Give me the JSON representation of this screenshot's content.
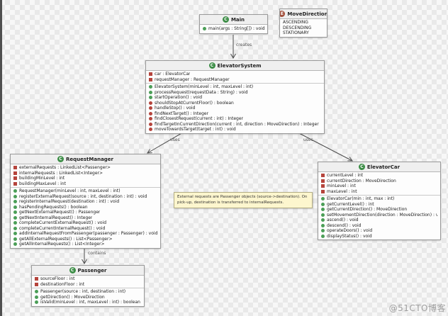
{
  "watermark": "@51CTO博客",
  "badges": {
    "class_letter": "C",
    "enum_letter": "E"
  },
  "edges": {
    "creates": "creates",
    "uses_left": "uses",
    "uses_right": "uses",
    "contains": "contains"
  },
  "note": {
    "text": "External requests are Passenger objects (source->destination). On pick-up, destination is transferred to internalRequests."
  },
  "classes": {
    "main": {
      "name": "Main",
      "methods": [
        {
          "icon": "public-method",
          "text": "main(args : String[]) : void"
        }
      ]
    },
    "moveDirection": {
      "name": "MoveDirection",
      "values": [
        {
          "text": "ASCENDING"
        },
        {
          "text": "DESCENDING"
        },
        {
          "text": "STATIONARY"
        }
      ]
    },
    "elevatorSystem": {
      "name": "ElevatorSystem",
      "fields": [
        {
          "icon": "field",
          "text": "car : ElevatorCar"
        },
        {
          "icon": "field",
          "text": "requestManager : RequestManager"
        }
      ],
      "methods": [
        {
          "icon": "public-method",
          "text": "ElevatorSystem(minLevel : int, maxLevel : int)"
        },
        {
          "icon": "public-method",
          "text": "processRequest(requestData : String) : void"
        },
        {
          "icon": "public-method",
          "text": "startOperation() : void"
        },
        {
          "icon": "private-method",
          "text": "shouldStopAtCurrentFloor() : boolean"
        },
        {
          "icon": "private-method",
          "text": "handleStop() : void"
        },
        {
          "icon": "private-method",
          "text": "findNextTarget() : Integer"
        },
        {
          "icon": "private-method",
          "text": "findClosestRequest(current : int) : Integer"
        },
        {
          "icon": "private-method",
          "text": "findTargetInCurrentDirection(current : int, direction : MoveDirection) : Integer"
        },
        {
          "icon": "private-method",
          "text": "moveTowardsTarget(target : int) : void"
        }
      ]
    },
    "requestManager": {
      "name": "RequestManager",
      "fields": [
        {
          "icon": "field",
          "text": "externalRequests : LinkedList<Passenger>"
        },
        {
          "icon": "field",
          "text": "internalRequests : LinkedList<Integer>"
        },
        {
          "icon": "field",
          "text": "buildingMinLevel : int"
        },
        {
          "icon": "field",
          "text": "buildingMaxLevel : int"
        }
      ],
      "methods": [
        {
          "icon": "public-method",
          "text": "RequestManager(minLevel : int, maxLevel : int)"
        },
        {
          "icon": "public-method",
          "text": "registerExternalRequest(source : int, destination : int) : void"
        },
        {
          "icon": "public-method",
          "text": "registerInternalRequest(destination : int) : void"
        },
        {
          "icon": "public-method",
          "text": "hasPendingRequests() : boolean"
        },
        {
          "icon": "public-method",
          "text": "getNextExternalRequest() : Passenger"
        },
        {
          "icon": "public-method",
          "text": "getNextInternalRequest() : Integer"
        },
        {
          "icon": "public-method",
          "text": "completeCurrentExternalRequest() : void"
        },
        {
          "icon": "public-method",
          "text": "completeCurrentInternalRequest() : void"
        },
        {
          "icon": "public-method",
          "text": "addInternalRequestFromPassenger(passenger : Passenger) : void"
        },
        {
          "icon": "public-method",
          "text": "getAllExternalRequests() : List<Passenger>"
        },
        {
          "icon": "public-method",
          "text": "getAllInternalRequests() : List<Integer>"
        }
      ]
    },
    "elevatorCar": {
      "name": "ElevatorCar",
      "fields": [
        {
          "icon": "field",
          "text": "currentLevel : int"
        },
        {
          "icon": "field",
          "text": "currentDirection : MoveDirection"
        },
        {
          "icon": "field",
          "text": "minLevel : int"
        },
        {
          "icon": "field",
          "text": "maxLevel : int"
        }
      ],
      "methods": [
        {
          "icon": "public-method",
          "text": "ElevatorCar(min : int, max : int)"
        },
        {
          "icon": "public-method",
          "text": "getCurrentLevel() : int"
        },
        {
          "icon": "public-method",
          "text": "getCurrentDirection() : MoveDirection"
        },
        {
          "icon": "public-method",
          "text": "setMovementDirection(direction : MoveDirection) : void"
        },
        {
          "icon": "public-method",
          "text": "ascend() : void"
        },
        {
          "icon": "public-method",
          "text": "descend() : void"
        },
        {
          "icon": "public-method",
          "text": "operateDoors() : void"
        },
        {
          "icon": "public-method",
          "text": "displayStatus() : void"
        }
      ]
    },
    "passenger": {
      "name": "Passenger",
      "fields": [
        {
          "icon": "field",
          "text": "sourceFloor : int"
        },
        {
          "icon": "field",
          "text": "destinationFloor : int"
        }
      ],
      "methods": [
        {
          "icon": "public-method",
          "text": "Passenger(source : int, destination : int)"
        },
        {
          "icon": "public-method",
          "text": "getDirection() : MoveDirection"
        },
        {
          "icon": "public-method",
          "text": "isValid(minLevel : int, maxLevel : int) : boolean"
        }
      ]
    }
  }
}
